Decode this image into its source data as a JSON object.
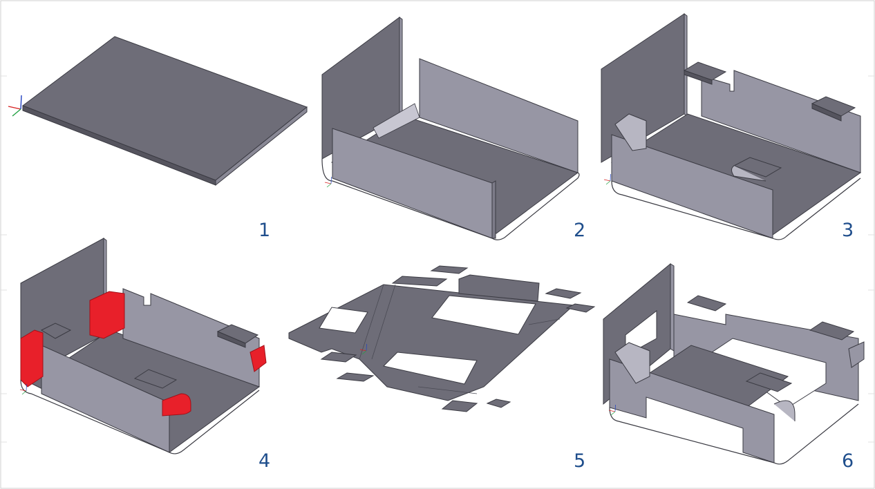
{
  "panels": [
    {
      "id": 1,
      "label": "1"
    },
    {
      "id": 2,
      "label": "2"
    },
    {
      "id": 3,
      "label": "3"
    },
    {
      "id": 4,
      "label": "4"
    },
    {
      "id": 5,
      "label": "5"
    },
    {
      "id": 6,
      "label": "6"
    }
  ],
  "colors": {
    "top_face": "#6e6d78",
    "light_face": "#9796a4",
    "dark_face": "#55545e",
    "edge": "#3a3a42",
    "highlight": "#e8202a",
    "label": "#1f4e8c",
    "frame": "#cfcfcf"
  },
  "icons": [
    "axis-triad-icon"
  ]
}
